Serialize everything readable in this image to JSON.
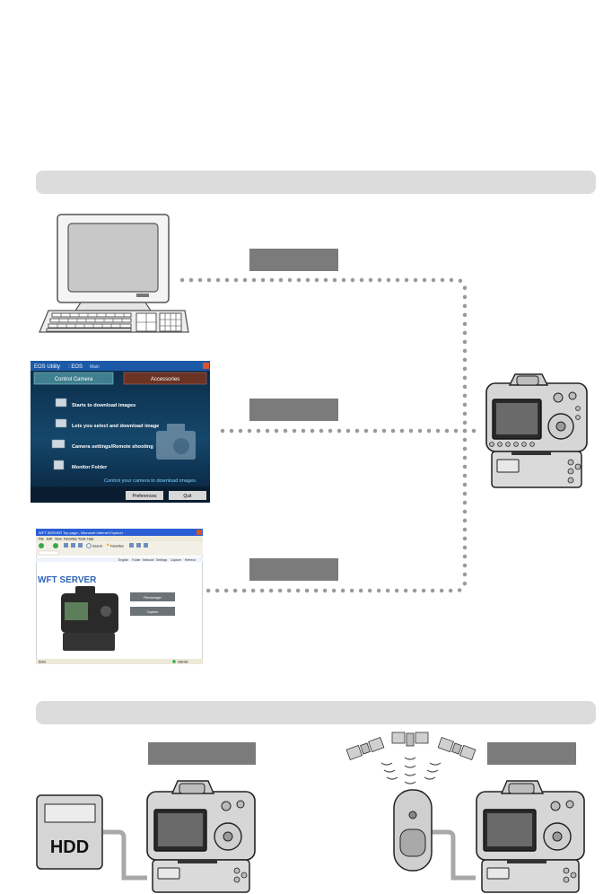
{
  "eos_utility": {
    "title": "EOS Utility",
    "title_sep": ": EOS",
    "mode_label": "Main",
    "tab_control": "Control Camera",
    "tab_accessories": "Accessories",
    "items": [
      "Starts to download images",
      "Lets you select and download image",
      "Camera settings/Remote shooting",
      "Monitor Folder"
    ],
    "footer_text": "Control your camera to download images.",
    "btn_preferences": "Preferences",
    "btn_quit": "Quit"
  },
  "browser": {
    "title": "WFT SERVER Top page - Microsoft Internet Explorer",
    "menu": [
      "File",
      "Edit",
      "View",
      "Favorites",
      "Tools",
      "Help"
    ],
    "toolbar_search": "Search",
    "toolbar_favorites": "Favorites",
    "nav_links": [
      "English",
      "Folder",
      "Network",
      "Settings",
      "Capture",
      "Refresh"
    ],
    "heading": "WFT SERVER",
    "btn_filemanager": "Filemanager",
    "btn_capture": "Capture",
    "status_left": "Done",
    "status_right": "Internet"
  },
  "hdd": {
    "label": "HDD"
  },
  "colors": {
    "section_bar": "#dcdcdc",
    "label_box": "#7b7b7b",
    "dots": "#9a9a9a",
    "cable": "#a8a8a8",
    "utility_bg": "#0e2f4d"
  }
}
